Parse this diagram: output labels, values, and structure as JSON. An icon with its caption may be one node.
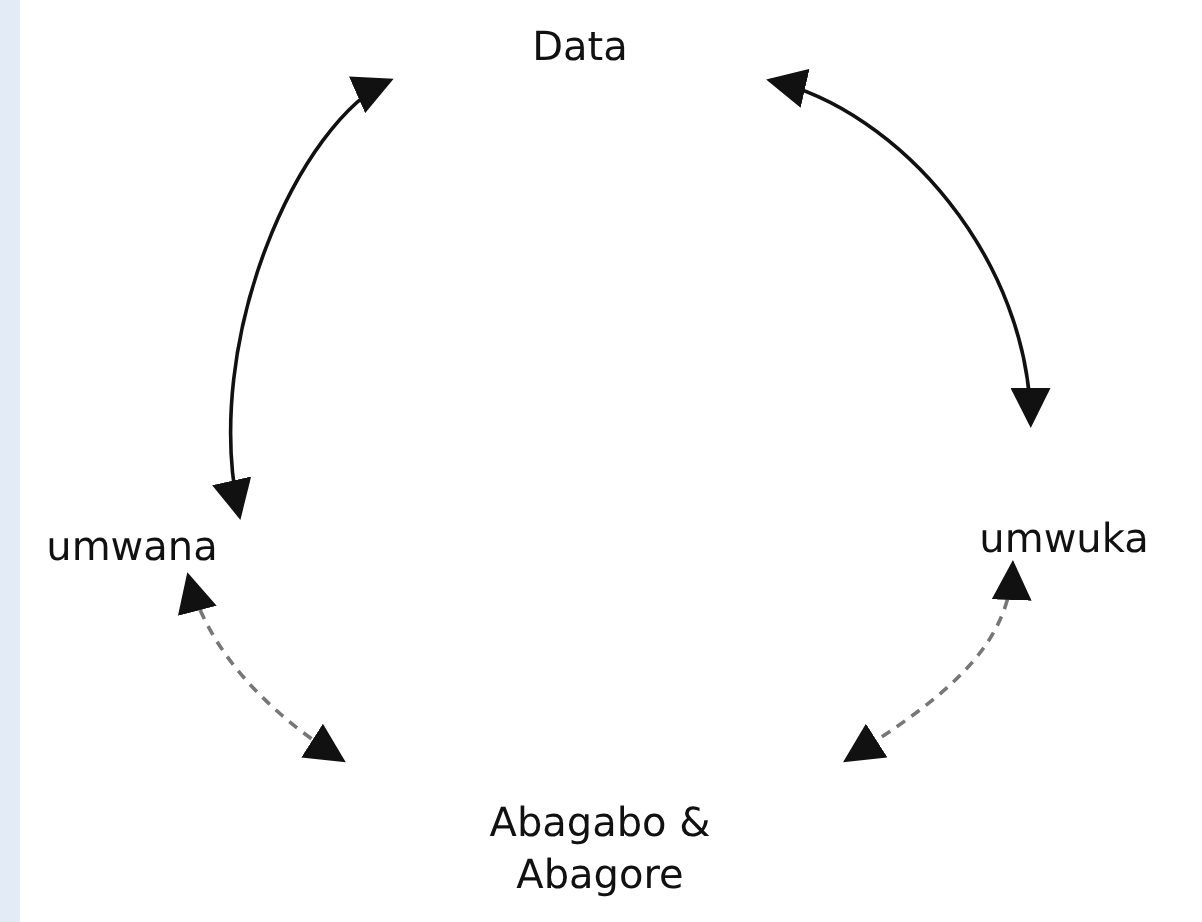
{
  "diagram": {
    "nodes": [
      {
        "text": [
          "Data"
        ]
      },
      {
        "text": [
          "umwana"
        ]
      },
      {
        "text": [
          "umwuka"
        ]
      },
      {
        "text": [
          "Abagabo & Abagore"
        ]
      }
    ],
    "edges": [
      {
        "from": 0,
        "to": 1,
        "arrow": "both"
      },
      {
        "from": 0,
        "to": 2,
        "arrow": "both"
      },
      {
        "from": 1,
        "to": 3,
        "arrow": "both",
        "style": "dashed",
        "color": "#777777"
      },
      {
        "from": 2,
        "to": 3,
        "arrow": "both",
        "style": "dashed",
        "color": "#777777"
      }
    ]
  }
}
